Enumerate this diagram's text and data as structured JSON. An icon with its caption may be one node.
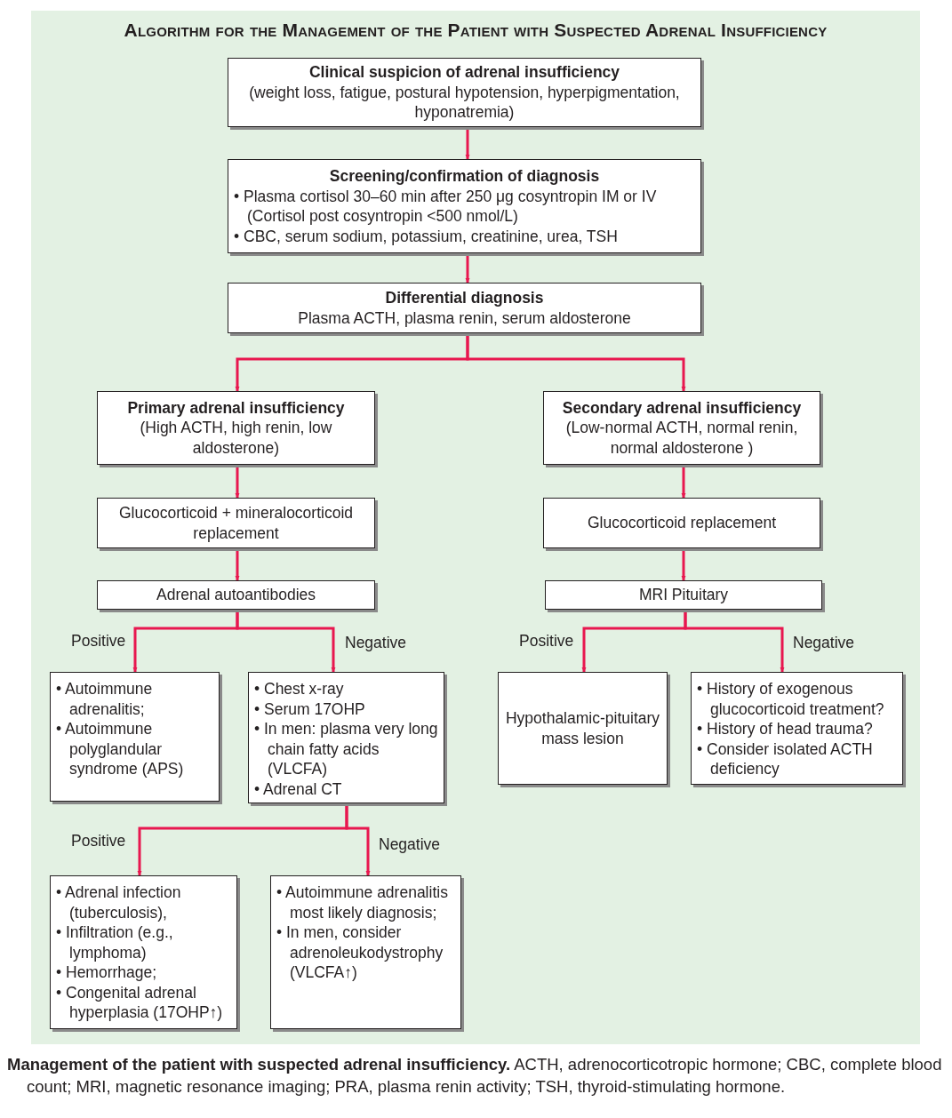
{
  "diagram": {
    "title": "Algorithm for the Management of the Patient with Suspected Adrenal Insufficiency",
    "caption": "**Management of the patient with suspected adrenal insufficiency.** ACTH, adrenocorticotropic hormone; CBC, complete blood count; MRI, magnetic resonance imaging; PRA, plasma renin activity; TSH, thyroid-stimulating hormone.",
    "nodes": [
      {
        "text": [
          "Clinical suspicion of adrenal insufficiency",
          "(weight loss, fatigue, postural hypotension, hyperpigmentation, hyponatremia)"
        ]
      },
      {
        "text": [
          "Screening/confirmation of diagnosis",
          "• Plasma cortisol 30–60 min after 250 μg cosyntropin IM or IV (Cortisol post cosyntropin <500 nmol/L)",
          "• CBC, serum sodium, potassium, creatinine, urea, TSH"
        ]
      },
      {
        "text": [
          "Differential diagnosis",
          "Plasma ACTH, plasma renin, serum aldosterone"
        ]
      },
      {
        "text": [
          "Primary adrenal insufficiency",
          "(High ACTH, high renin, low aldosterone)"
        ]
      },
      {
        "text": [
          "Secondary adrenal insufficiency",
          "(Low-normal ACTH, normal renin, normal aldosterone )"
        ]
      },
      {
        "text": [
          "Glucocorticoid + mineralocorticoid replacement"
        ]
      },
      {
        "text": [
          "Glucocorticoid replacement"
        ]
      },
      {
        "text": [
          "Adrenal autoantibodies"
        ]
      },
      {
        "text": [
          "MRI Pituitary"
        ]
      },
      {
        "text": [
          "• Autoimmune adrenalitis;",
          "• Autoimmune polyglandular syndrome (APS)"
        ]
      },
      {
        "text": [
          "• Chest x-ray",
          "• Serum 17OHP",
          "• In men: plasma very long chain fatty acids (VLCFA)",
          "• Adrenal CT"
        ]
      },
      {
        "text": [
          "Hypothalamic-pituitary mass lesion"
        ]
      },
      {
        "text": [
          "• History of exogenous glucocorticoid treatment?",
          "• History of head trauma?",
          "• Consider isolated ACTH deficiency"
        ]
      },
      {
        "text": [
          "• Adrenal infection (tuberculosis),",
          "• Infiltration (e.g., lymphoma)",
          "• Hemorrhage;",
          "• Congenital adrenal hyperplasia (17OHP↑)"
        ]
      },
      {
        "text": [
          "• Autoimmune adrenalitis most likely diagnosis;",
          "• In men, consider adrenoleukodystrophy (VLCFA↑)"
        ]
      }
    ],
    "edges": [
      {
        "from": 0,
        "to": 1,
        "arrow": "to"
      },
      {
        "from": 1,
        "to": 2,
        "arrow": "to"
      },
      {
        "from": 2,
        "to": 3,
        "arrow": "to"
      },
      {
        "from": 2,
        "to": 4,
        "arrow": "to"
      },
      {
        "from": 3,
        "to": 5,
        "arrow": "to"
      },
      {
        "from": 4,
        "to": 6,
        "arrow": "to"
      },
      {
        "from": 5,
        "to": 7,
        "arrow": "to"
      },
      {
        "from": 6,
        "to": 8,
        "arrow": "to"
      },
      {
        "from": 7,
        "to": 9,
        "arrow": "to",
        "label": "Positive"
      },
      {
        "from": 7,
        "to": 10,
        "arrow": "to",
        "label": "Negative"
      },
      {
        "from": 8,
        "to": 11,
        "arrow": "to",
        "label": "Positive"
      },
      {
        "from": 8,
        "to": 12,
        "arrow": "to",
        "label": "Negative"
      },
      {
        "from": 10,
        "to": 13,
        "arrow": "to",
        "label": "Positive"
      },
      {
        "from": 10,
        "to": 14,
        "arrow": "to",
        "label": "Negative"
      }
    ]
  }
}
